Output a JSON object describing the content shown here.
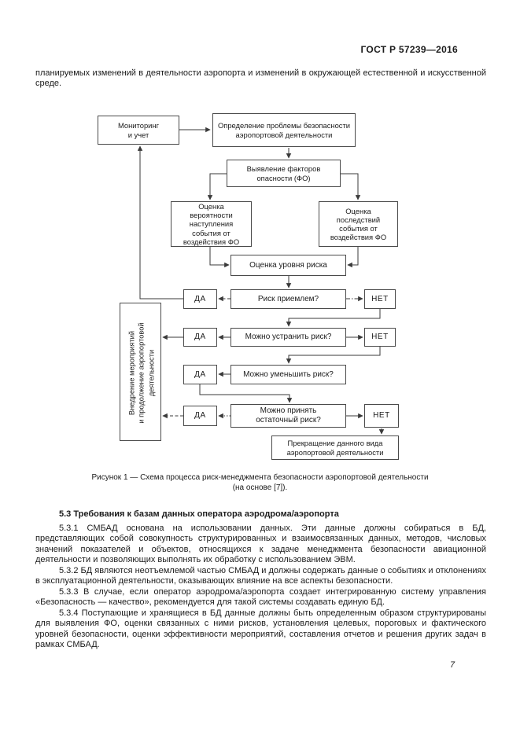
{
  "page": {
    "header": "ГОСТ Р 57239—2016",
    "number": "7"
  },
  "intro": {
    "text": "планируемых изменений в деятельности аэропорта и изменений в окружающей естественной и искусственной среде."
  },
  "diagram": {
    "nodes": {
      "monitoring": "Мониторинг\nи учет",
      "problem": "Определение проблемы безопасности\nаэропортовой деятельности",
      "hazards": "Выявление факторов\nопасности (ФО)",
      "probability": "Оценка\nвероятности\nнаступления\nсобытия от\nвоздействия ФО",
      "consequences": "Оценка\nпоследствий\nсобытия от\nвоздействия ФО",
      "risk_level": "Оценка уровня риска",
      "q_acceptable": "Риск приемлем?",
      "q_eliminate": "Можно устранить риск?",
      "q_reduce": "Можно уменьшить риск?",
      "q_residual": "Можно принять\nостаточный риск?",
      "termination": "Прекращение данного вида\nаэропортовой деятельности",
      "implementation": "Внедрение мероприятий\nи продолжение аэропортовой\nдеятельности"
    },
    "labels": {
      "yes": "ДА",
      "no": "НЕТ"
    },
    "caption": {
      "line1": "Рисунок 1 — Схема процесса риск-менеджмента безопасности аэропортовой деятельности",
      "line2": "(на основе [7])."
    }
  },
  "section": {
    "heading": "5.3 Требования к базам данных оператора аэродрома/аэропорта",
    "paragraphs": [
      "5.3.1 СМБАД основана на использовании данных. Эти данные должны собираться в БД, представляющих собой совокупность структурированных и взаимосвязанных данных, методов, числовых значений показателей и объектов, относящихся к задаче менеджмента безопасности авиационной деятельности и позволяющих выполнять их обработку с использованием ЭВМ.",
      "5.3.2 БД являются неотъемлемой частью СМБАД и должны содержать данные о событиях и отклонениях в эксплуатационной деятельности, оказывающих влияние на все аспекты безопасности.",
      "5.3.3 В случае, если оператор аэродрома/аэропорта создает интегрированную систему управления «Безопасность — качество», рекомендуется для такой системы создавать единую БД.",
      "5.3.4 Поступающие и хранящиеся в БД данные должны быть определенным образом структурированы для выявления ФО, оценки связанных с ними рисков, установления целевых, пороговых и фактического уровней безопасности, оценки эффективности мероприятий, составления отчетов и решения других задач в рамках СМБАД."
    ]
  }
}
